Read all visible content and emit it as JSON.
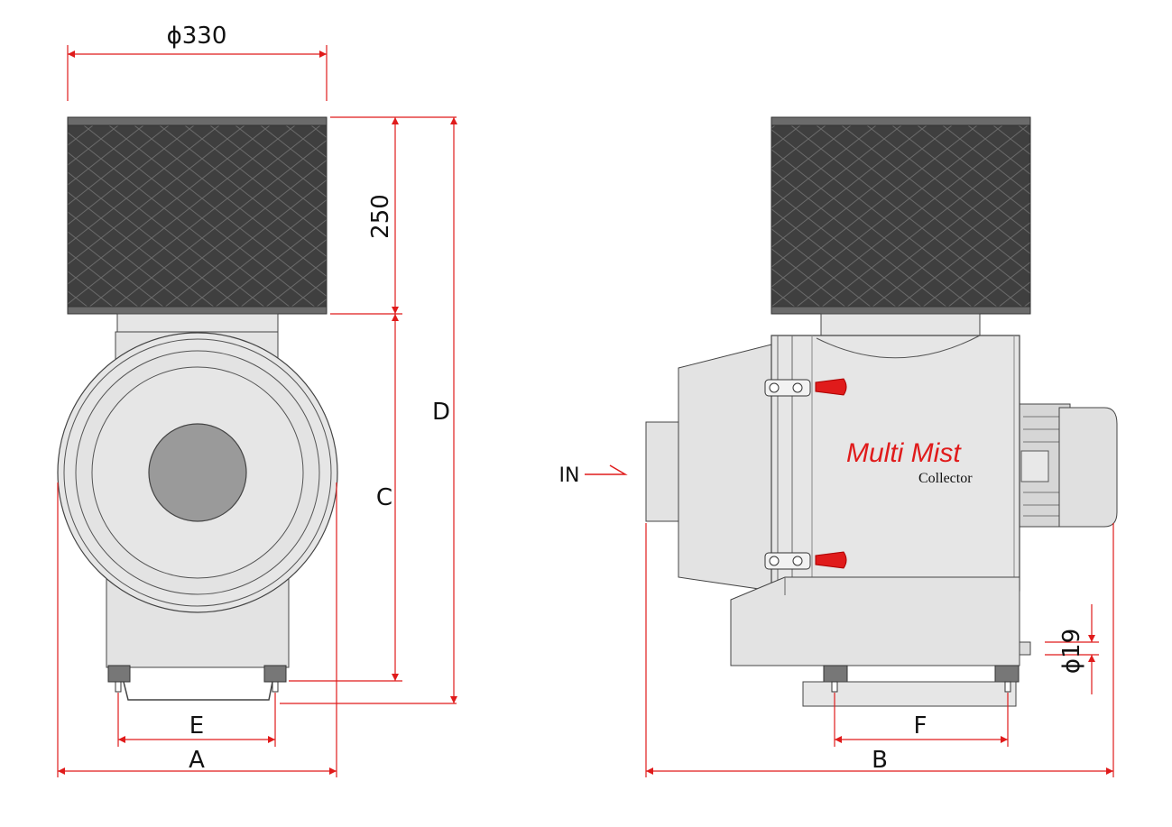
{
  "dimensions": {
    "diameter_top": "ϕ330",
    "height_filter": "250",
    "a": "A",
    "b": "B",
    "c": "C",
    "d": "D",
    "e": "E",
    "f": "F",
    "diameter_drain": "ϕ19",
    "inlet": "IN"
  },
  "branding": {
    "name": "Multi Mist",
    "subtitle": "Collector"
  },
  "colors": {
    "dimension_red": "#e01b1b",
    "filter_dark": "#3d3d3d",
    "body_grey": "#e3e3e3"
  }
}
